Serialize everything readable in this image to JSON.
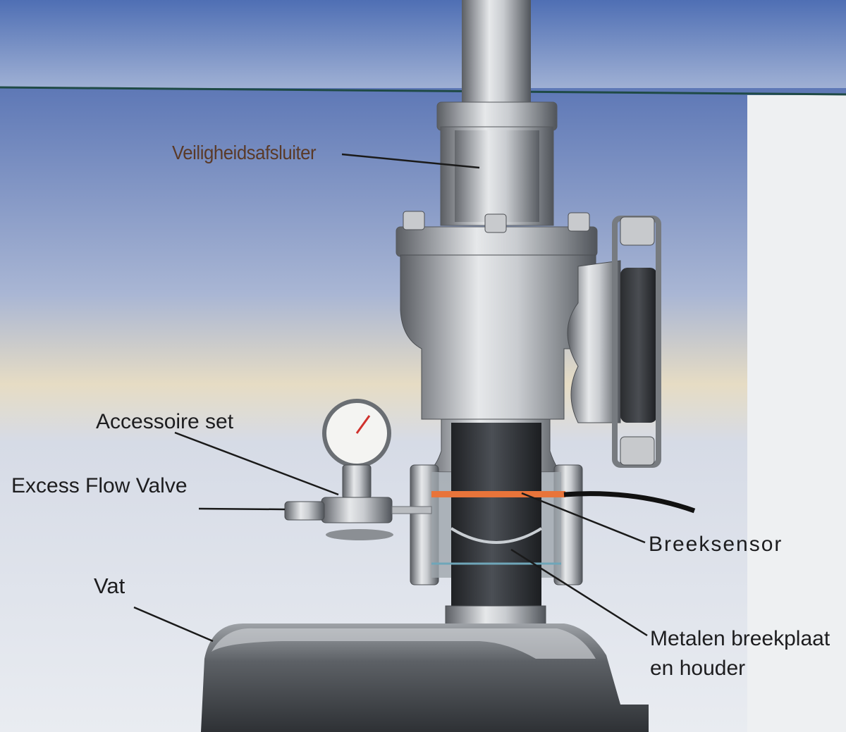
{
  "labels": {
    "safety_valve": "Veiligheidsafsluiter",
    "accessory_set": "Accessoire set",
    "excess_flow_valve": "Excess Flow Valve",
    "vessel": "Vat",
    "break_sensor": "Breeksensor",
    "rupture_disc_line1": "Metalen breekplaat",
    "rupture_disc_line2": "en houder"
  },
  "colors": {
    "sky_top": "#5b78b8",
    "sky_mid": "#b9c2d8",
    "sky_warm": "#e8d9b8",
    "steel_light": "#d8dadd",
    "steel_dark": "#4a4d52",
    "sensor_band": "#e8743a",
    "label_top": "#5a3a28"
  }
}
